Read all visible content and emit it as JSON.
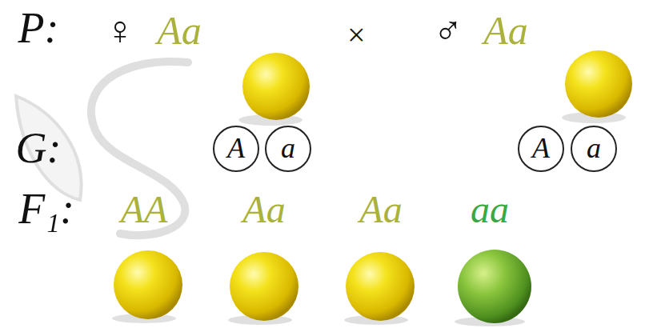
{
  "diagram": {
    "nodes": [
      {
        "text": [
          "A"
        ]
      },
      {
        "text": [
          "a"
        ]
      },
      {
        "text": [
          "A"
        ]
      },
      {
        "text": [
          "a"
        ]
      }
    ],
    "labels": [
      "P:",
      "♀",
      "Aa",
      "×",
      "♂",
      "Aa",
      "G:",
      "F₁:",
      "AA",
      "Aa",
      "Aa",
      "aa"
    ]
  }
}
